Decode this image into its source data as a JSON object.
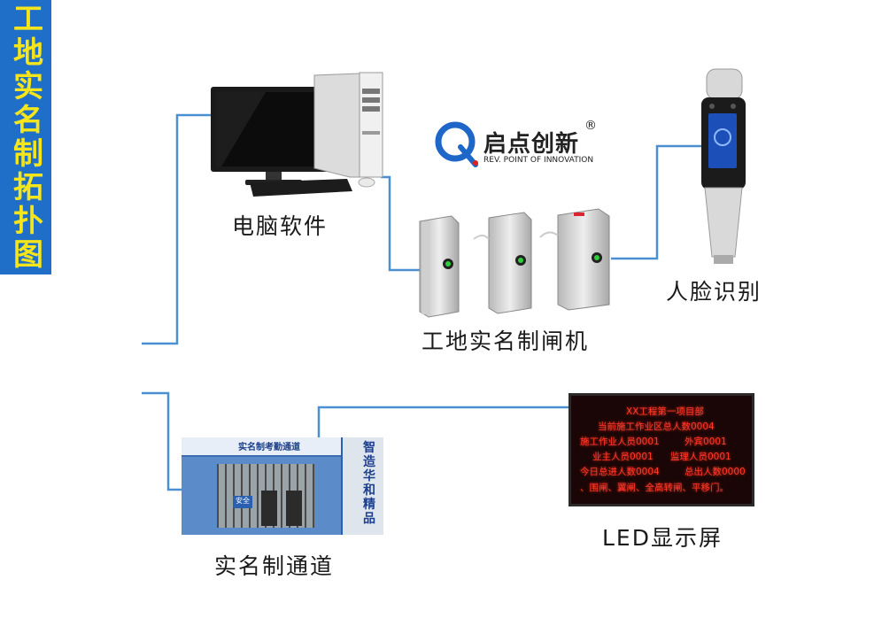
{
  "title": "工地实名制拓扑图",
  "labels": {
    "computer": "电脑软件",
    "face": "人脸识别",
    "gate": "工地实名制闸机",
    "channel": "实名制通道",
    "led": "LED显示屏"
  },
  "logo": {
    "cn": "启点创新",
    "en": "REV. POINT OF INNOVATION",
    "reg": "®"
  },
  "led_screen": {
    "lines": [
      "XX工程第一项目部",
      "当前施工作业区总人数0004",
      "施工作业人员0001",
      "外宾0001",
      "业主人员0001",
      "监理人员0001",
      "今日总进人数0004",
      "总出人数0000",
      "、围闸、翼闸、全高转闸、平移门。"
    ]
  },
  "channel_photo": {
    "banner": "实名制考勤通道",
    "sign_left": "安全",
    "side_board": [
      "智",
      "造",
      "华",
      "和",
      "精",
      "品"
    ]
  },
  "colors": {
    "line": "#4a8fd0",
    "title_bg": "#1f6fc8",
    "title_text": "#f5e51a",
    "led_text": "#ff3a2a",
    "logo_blue": "#1e66c8"
  }
}
